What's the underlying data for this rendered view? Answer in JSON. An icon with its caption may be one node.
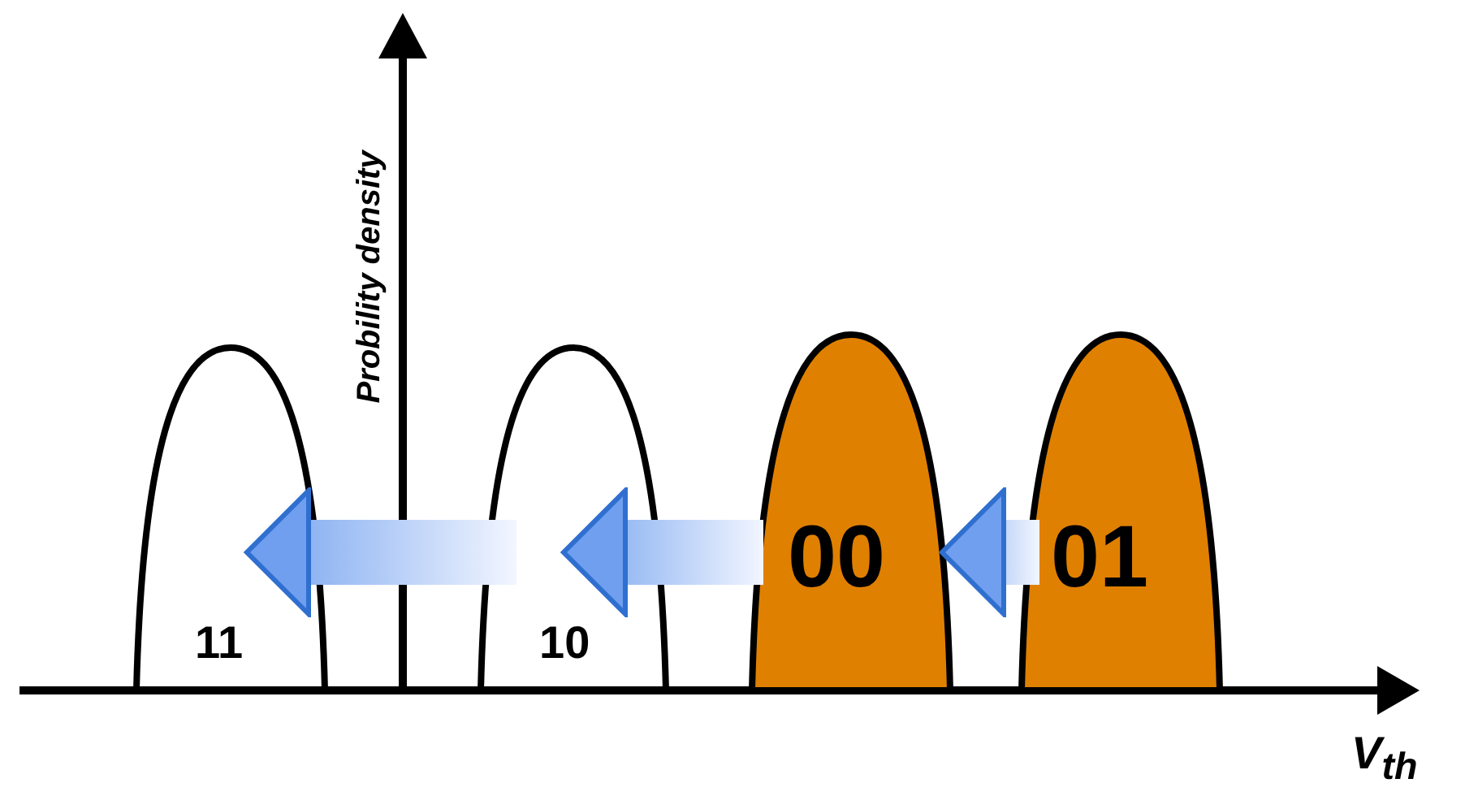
{
  "diagram": {
    "nodes": [
      {
        "text": [
          "11"
        ]
      },
      {
        "text": [
          "10"
        ]
      },
      {
        "text": [
          "00"
        ]
      },
      {
        "text": [
          "01"
        ]
      }
    ],
    "edges": [
      {
        "from": 3,
        "to": 2,
        "arrow": "to"
      },
      {
        "from": 2,
        "to": 1,
        "arrow": "to"
      },
      {
        "from": 1,
        "to": 0,
        "arrow": "to"
      }
    ],
    "labels": [
      "Probility density",
      "V$_{th}$"
    ]
  }
}
